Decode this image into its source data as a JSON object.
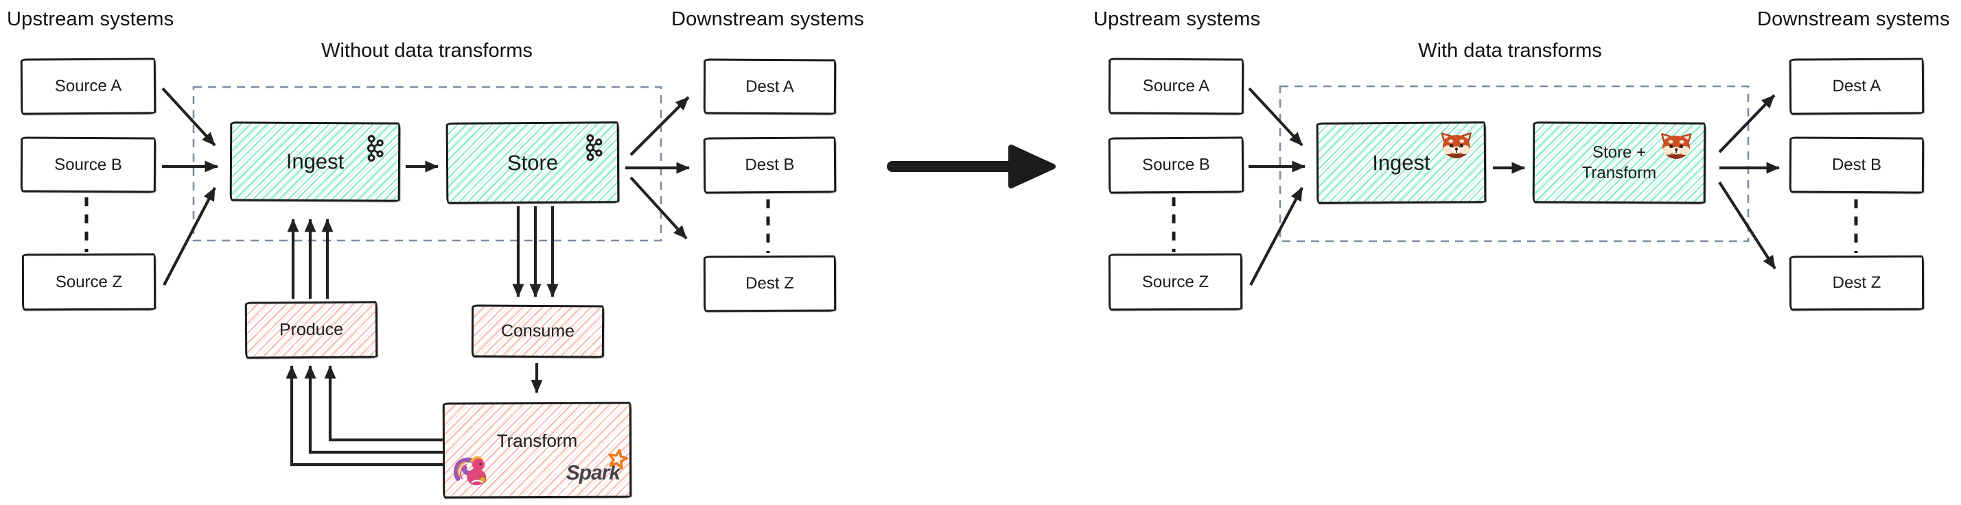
{
  "left_panel": {
    "upstream_label": "Upstream systems",
    "title": "Without data transforms",
    "downstream_label": "Downstream systems",
    "sources": [
      "Source A",
      "Source B",
      "Source Z"
    ],
    "dests": [
      "Dest A",
      "Dest B",
      "Dest Z"
    ],
    "boxes": {
      "ingest": "Ingest",
      "store": "Store",
      "produce": "Produce",
      "consume": "Consume",
      "transform": "Transform"
    },
    "spark_wordmark": "Spark"
  },
  "right_panel": {
    "upstream_label": "Upstream systems",
    "title": "With data transforms",
    "downstream_label": "Downstream systems",
    "sources": [
      "Source A",
      "Source B",
      "Source Z"
    ],
    "dests": [
      "Dest A",
      "Dest B",
      "Dest Z"
    ],
    "boxes": {
      "ingest": "Ingest",
      "store_transform_line1": "Store +",
      "store_transform_line2": "Transform"
    }
  },
  "icons": {
    "ingest_left": "kafka-icon",
    "store_left": "kafka-icon",
    "transform_left": [
      "flink-squirrel-icon",
      "spark-star-icon"
    ],
    "ingest_right": "redpanda-icon",
    "store_right": "redpanda-icon"
  },
  "colors": {
    "teal_hatch": "#86e9c9",
    "pink_hatch": "#f2b2a8",
    "box_border": "#1b1b1b",
    "dashed_region": "#7e8ba1",
    "arrow": "#212121",
    "spark_orange": "#ee7b22",
    "spark_gray": "#46434b"
  }
}
